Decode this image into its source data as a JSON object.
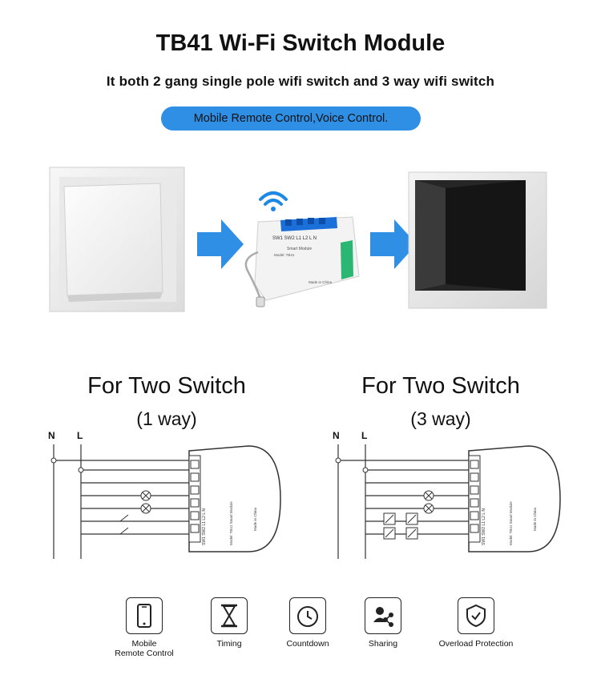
{
  "header": {
    "title": "TB41 Wi-Fi Switch Module",
    "subtitle": "It both 2 gang single pole wifi switch and 3 way wifi switch",
    "pill_label": "Mobile Remote Control,Voice Control."
  },
  "module": {
    "terminal_labels": [
      "SW1",
      "SW2",
      "L1",
      "L2",
      "L",
      "N"
    ],
    "model_text": "Model: TB41",
    "brand_text": "Smart Module",
    "origin_text": "Made in China"
  },
  "diagrams": [
    {
      "title": "For Two Switch",
      "subtitle": "(1 way)",
      "label_n": "N",
      "label_l": "L"
    },
    {
      "title": "For Two Switch",
      "subtitle": "(3 way)",
      "label_n": "N",
      "label_l": "L"
    }
  ],
  "features": [
    {
      "label_line1": "Mobile",
      "label_line2": "Remote Control",
      "icon": "mobile-phone-icon"
    },
    {
      "label_line1": "Timing",
      "label_line2": "",
      "icon": "hourglass-icon"
    },
    {
      "label_line1": "Countdown",
      "label_line2": "",
      "icon": "clock-icon"
    },
    {
      "label_line1": "Sharing",
      "label_line2": "",
      "icon": "share-icon"
    },
    {
      "label_line1": "Overload Protection",
      "label_line2": "",
      "icon": "shield-check-icon"
    }
  ],
  "colors": {
    "accent": "#2e8fe5",
    "wifi": "#1e88e5",
    "terminal": "#1a6fd8"
  }
}
